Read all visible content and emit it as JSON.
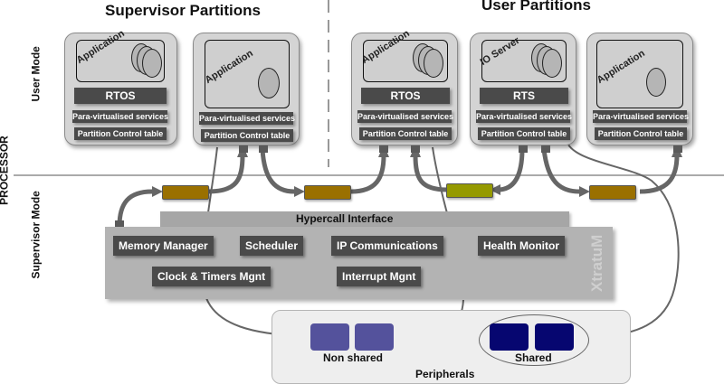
{
  "headings": {
    "supervisor_partitions": "Supervisor Partitions",
    "user_partitions": "User Partitions"
  },
  "side_labels": {
    "user_mode": "User Mode",
    "processor": "PROCESSOR",
    "supervisor_mode": "Supervisor Mode"
  },
  "partitions": [
    {
      "group": "supervisor",
      "app_label": "Application",
      "disks": 3,
      "os_label": "RTOS",
      "services": "Para-virtualised services",
      "control": "Partition Control table"
    },
    {
      "group": "supervisor",
      "app_label": "Application",
      "disks": 1,
      "os_label": null,
      "services": "Para-virtualised services",
      "control": "Partition Control table"
    },
    {
      "group": "user",
      "app_label": "Application",
      "disks": 3,
      "os_label": "RTOS",
      "services": "Para-virtualised services",
      "control": "Partition Control table"
    },
    {
      "group": "user",
      "app_label": "IO Server",
      "disks": 3,
      "os_label": "RTS",
      "services": "Para-virtualised services",
      "control": "Partition Control table"
    },
    {
      "group": "user",
      "app_label": "Application",
      "disks": 1,
      "os_label": null,
      "services": "Para-virtualised services",
      "control": "Partition Control table"
    }
  ],
  "hypervisor": {
    "name": "XtratuM",
    "hypercall_interface": "Hypercall Interface",
    "modules": {
      "memory_manager": "Memory Manager",
      "scheduler": "Scheduler",
      "ip_communications": "IP Communications",
      "health_monitor": "Health Monitor",
      "clock_timers": "Clock & Timers Mgnt",
      "interrupt": "Interrupt Mgnt"
    }
  },
  "channels": [
    {
      "name": "channel-1",
      "color": "#9a7000"
    },
    {
      "name": "channel-2",
      "color": "#9a7000"
    },
    {
      "name": "channel-3",
      "color": "#959a00"
    },
    {
      "name": "channel-4",
      "color": "#9a7000"
    }
  ],
  "peripherals": {
    "title": "Peripherals",
    "non_shared_label": "Non shared",
    "shared_label": "Shared",
    "non_shared_color": "#54529c",
    "shared_color": "#060670"
  }
}
